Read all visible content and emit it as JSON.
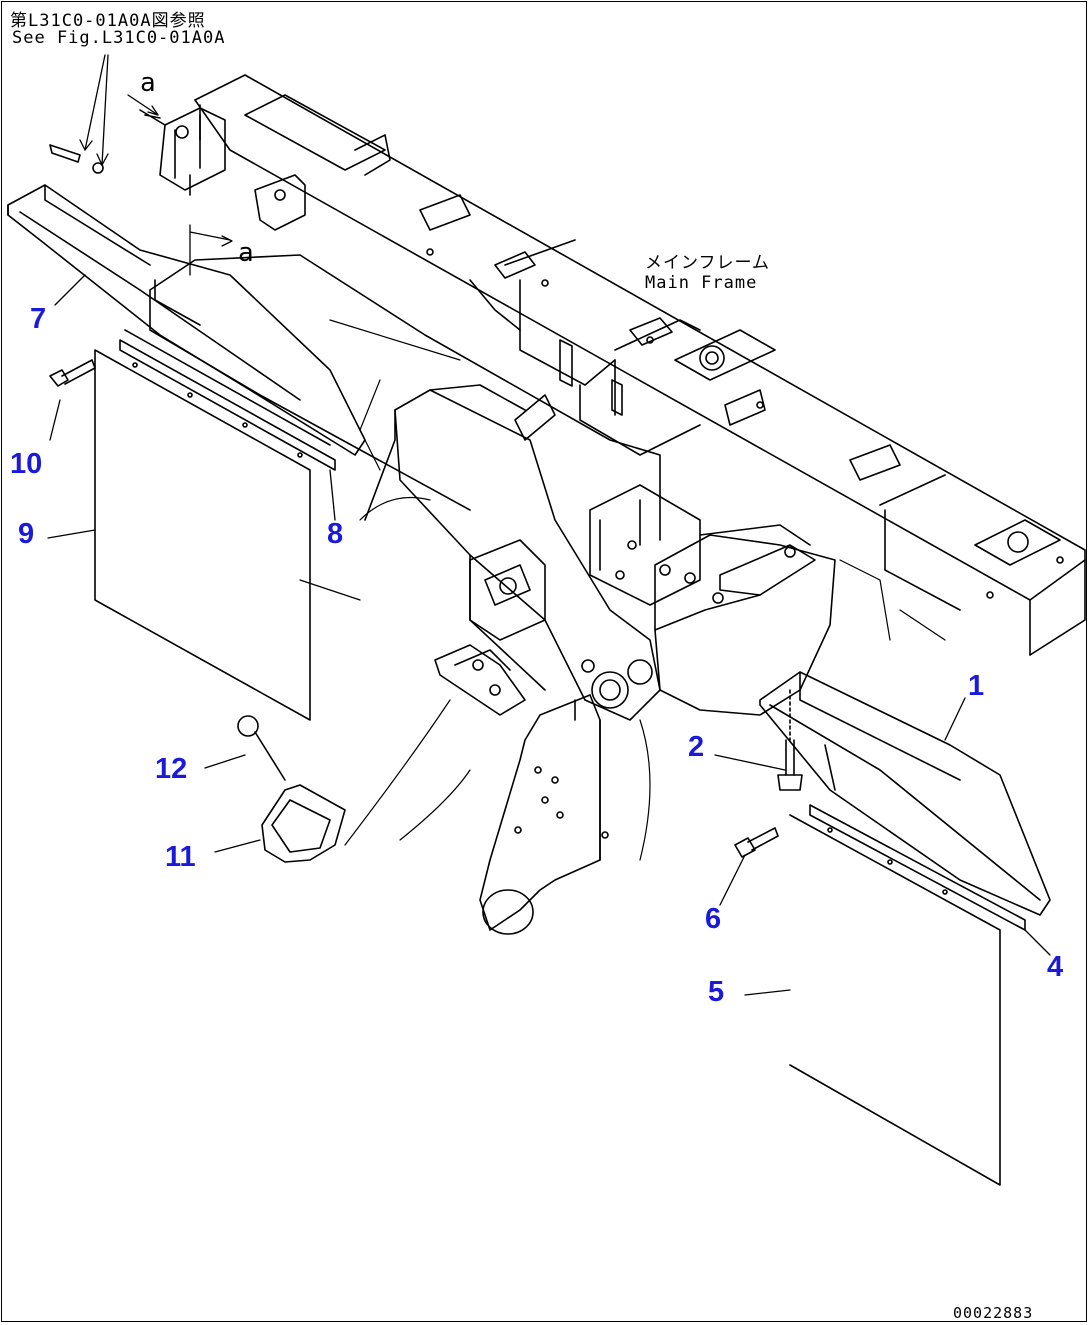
{
  "reference_note": {
    "line_jp": "第L31C0-01A0A図参照",
    "line_en": "See Fig.L31C0-01A0A"
  },
  "frame_label": {
    "line_jp": "メインフレーム",
    "line_en": "Main Frame"
  },
  "view_marks": [
    "a",
    "a"
  ],
  "callouts": [
    "1",
    "2",
    "4",
    "5",
    "6",
    "7",
    "8",
    "9",
    "10",
    "11",
    "12"
  ],
  "drawing_number": "00022883",
  "colors": {
    "callout": "#1a1adb",
    "line": "#000000",
    "background": "#ffffff"
  }
}
